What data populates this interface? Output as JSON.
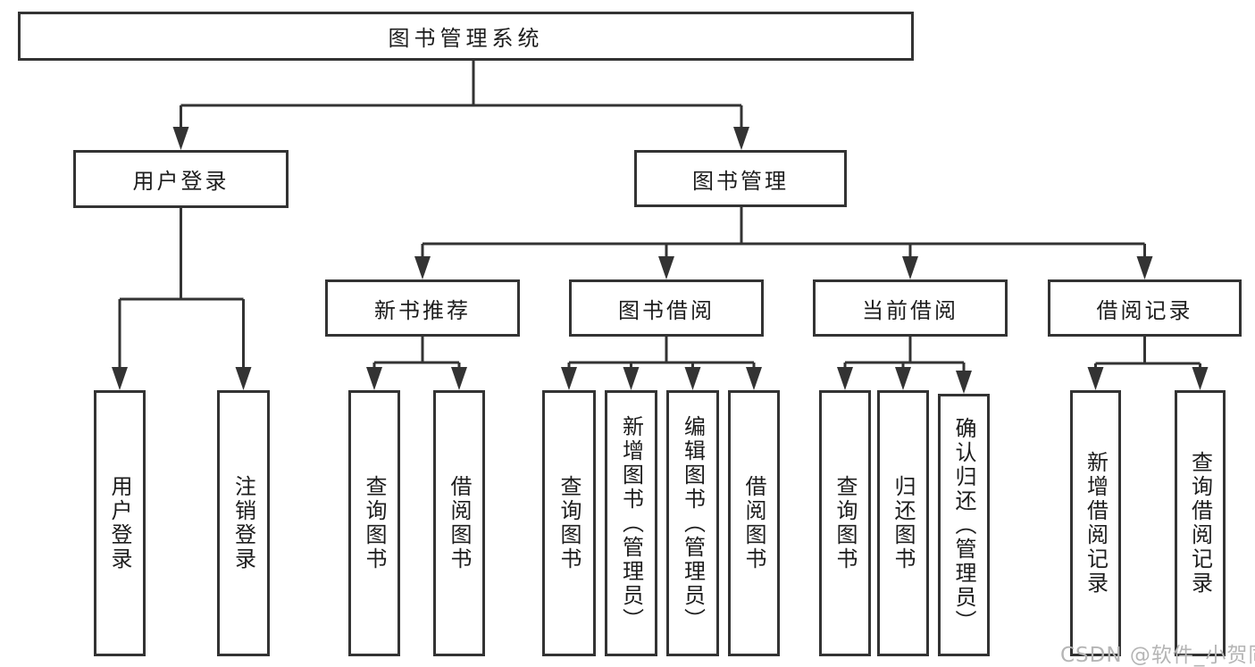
{
  "diagram": {
    "title": "图书管理系统",
    "tree": {
      "root": {
        "label": "图书管理系统"
      },
      "children": [
        {
          "label": "用户登录",
          "children": [
            {
              "label": "用户登录"
            },
            {
              "label": "注销登录"
            }
          ]
        },
        {
          "label": "图书管理",
          "children": [
            {
              "label": "新书推荐",
              "children": [
                {
                  "label": "查询图书"
                },
                {
                  "label": "借阅图书"
                }
              ]
            },
            {
              "label": "图书借阅",
              "children": [
                {
                  "label": "查询图书"
                },
                {
                  "label": "新增图书（管理员）"
                },
                {
                  "label": "编辑图书（管理员）"
                },
                {
                  "label": "借阅图书"
                }
              ]
            },
            {
              "label": "当前借阅",
              "children": [
                {
                  "label": "查询图书"
                },
                {
                  "label": "归还图书"
                },
                {
                  "label": "确认归还（管理员）"
                }
              ]
            },
            {
              "label": "借阅记录",
              "children": [
                {
                  "label": "新增借阅记录"
                },
                {
                  "label": "查询借阅记录"
                }
              ]
            }
          ]
        }
      ]
    },
    "colors": {
      "line": "#333333",
      "box_border": "#333333",
      "text": "#1d1d1d",
      "background": "#ffffff",
      "watermark": "#b5b5b5"
    }
  },
  "watermark": {
    "text": "CSDN @软件_小贺同学"
  }
}
